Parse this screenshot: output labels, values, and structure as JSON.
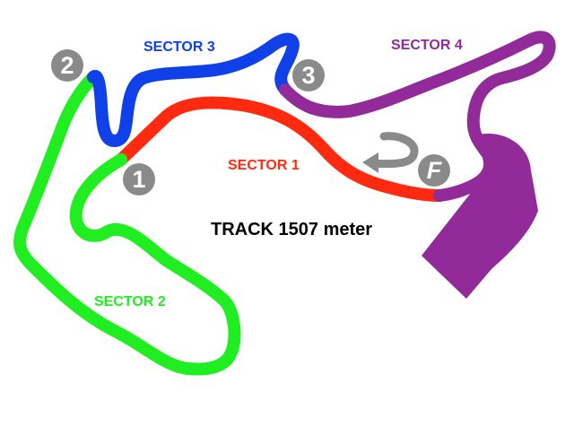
{
  "track": {
    "title": "TRACK 1507 meter"
  },
  "sectors": [
    {
      "id": "s1",
      "label": "SECTOR 1",
      "color": "#ff2a10"
    },
    {
      "id": "s2",
      "label": "SECTOR 2",
      "color": "#20ee20"
    },
    {
      "id": "s3",
      "label": "SECTOR 3",
      "color": "#1040e8"
    },
    {
      "id": "s4",
      "label": "SECTOR 4",
      "color": "#922a9a"
    }
  ],
  "markers": [
    {
      "id": "m1",
      "text": "1"
    },
    {
      "id": "m2",
      "text": "2"
    },
    {
      "id": "m3",
      "text": "3"
    },
    {
      "id": "mf",
      "text": "F"
    }
  ],
  "colors": {
    "marker_fill": "#8a8a8a",
    "marker_text": "#ffffff",
    "arrow": "#8a8a8a",
    "pit": "#922a9a"
  },
  "icons": {
    "direction": "u-turn-arrow-icon"
  }
}
